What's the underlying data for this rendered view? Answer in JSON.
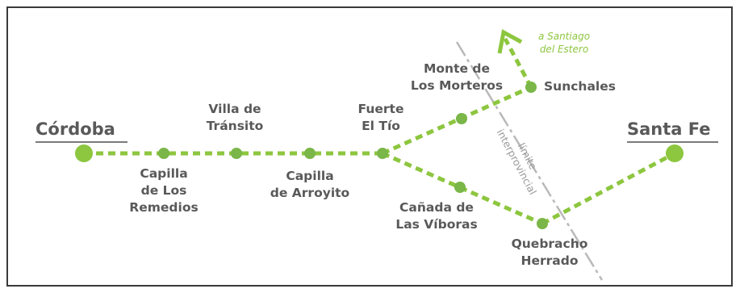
{
  "cities": {
    "cordoba": "Córdoba",
    "santa_fe": "Santa Fe"
  },
  "stations": {
    "capilla_remedios": [
      "Capilla",
      "de Los",
      "Remedios"
    ],
    "villa_transito": [
      "Villa de",
      "Tránsito"
    ],
    "capilla_arroyito": [
      "Capilla",
      "de Arroyito"
    ],
    "fuerte_tio": [
      "Fuerte",
      "El Tío"
    ],
    "monte_morteros": [
      "Monte de",
      "Los Morteros"
    ],
    "sunchales": "Sunchales",
    "canada_viboras": [
      "Cañada de",
      "Las Víboras"
    ],
    "quebracho_herrado": [
      "Quebracho",
      "Herrado"
    ]
  },
  "destination": [
    "a Santiago",
    "del Estero"
  ],
  "border": [
    "límite",
    "interprovincial"
  ],
  "colors": {
    "route": "#8dc63f",
    "label": "#595959",
    "border_line": "#b9b9b9",
    "frame": "#3a3a3a"
  }
}
